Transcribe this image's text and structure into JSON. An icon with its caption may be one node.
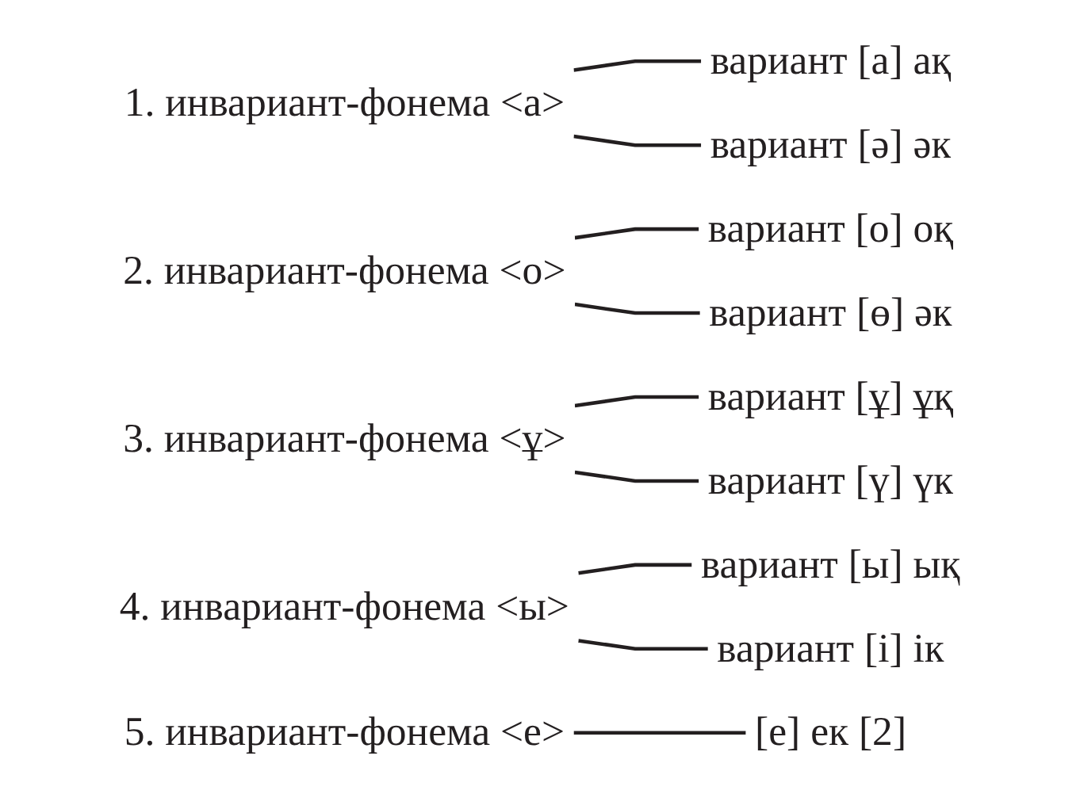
{
  "diagram": {
    "nodes": [
      {
        "text": [
          "1. инвариант-фонема <а>"
        ]
      },
      {
        "text": [
          "вариант [а] ақ"
        ]
      },
      {
        "text": [
          "вариант [ә] әк"
        ]
      },
      {
        "text": [
          "2. инвариант-фонема <о>"
        ]
      },
      {
        "text": [
          "вариант [о] оқ"
        ]
      },
      {
        "text": [
          "вариант [ө] әк"
        ]
      },
      {
        "text": [
          "3. инвариант-фонема <ұ>"
        ]
      },
      {
        "text": [
          "вариант [ұ] ұқ"
        ]
      },
      {
        "text": [
          "вариант [ү] үк"
        ]
      },
      {
        "text": [
          "4. инвариант-фонема <ы>"
        ]
      },
      {
        "text": [
          "вариант [ы] ық"
        ]
      },
      {
        "text": [
          "вариант [і] ік"
        ]
      },
      {
        "text": [
          "5. инвариант-фонема <е>"
        ]
      },
      {
        "text": [
          "[е] ек [2]"
        ]
      }
    ],
    "edges": [
      {
        "from": 0,
        "to": 1,
        "arrow": "none"
      },
      {
        "from": 0,
        "to": 2,
        "arrow": "none"
      },
      {
        "from": 3,
        "to": 4,
        "arrow": "none"
      },
      {
        "from": 3,
        "to": 5,
        "arrow": "none"
      },
      {
        "from": 6,
        "to": 7,
        "arrow": "none"
      },
      {
        "from": 6,
        "to": 8,
        "arrow": "none"
      },
      {
        "from": 9,
        "to": 10,
        "arrow": "none"
      },
      {
        "from": 9,
        "to": 11,
        "arrow": "none"
      },
      {
        "from": 12,
        "to": 13,
        "arrow": "none"
      }
    ]
  }
}
